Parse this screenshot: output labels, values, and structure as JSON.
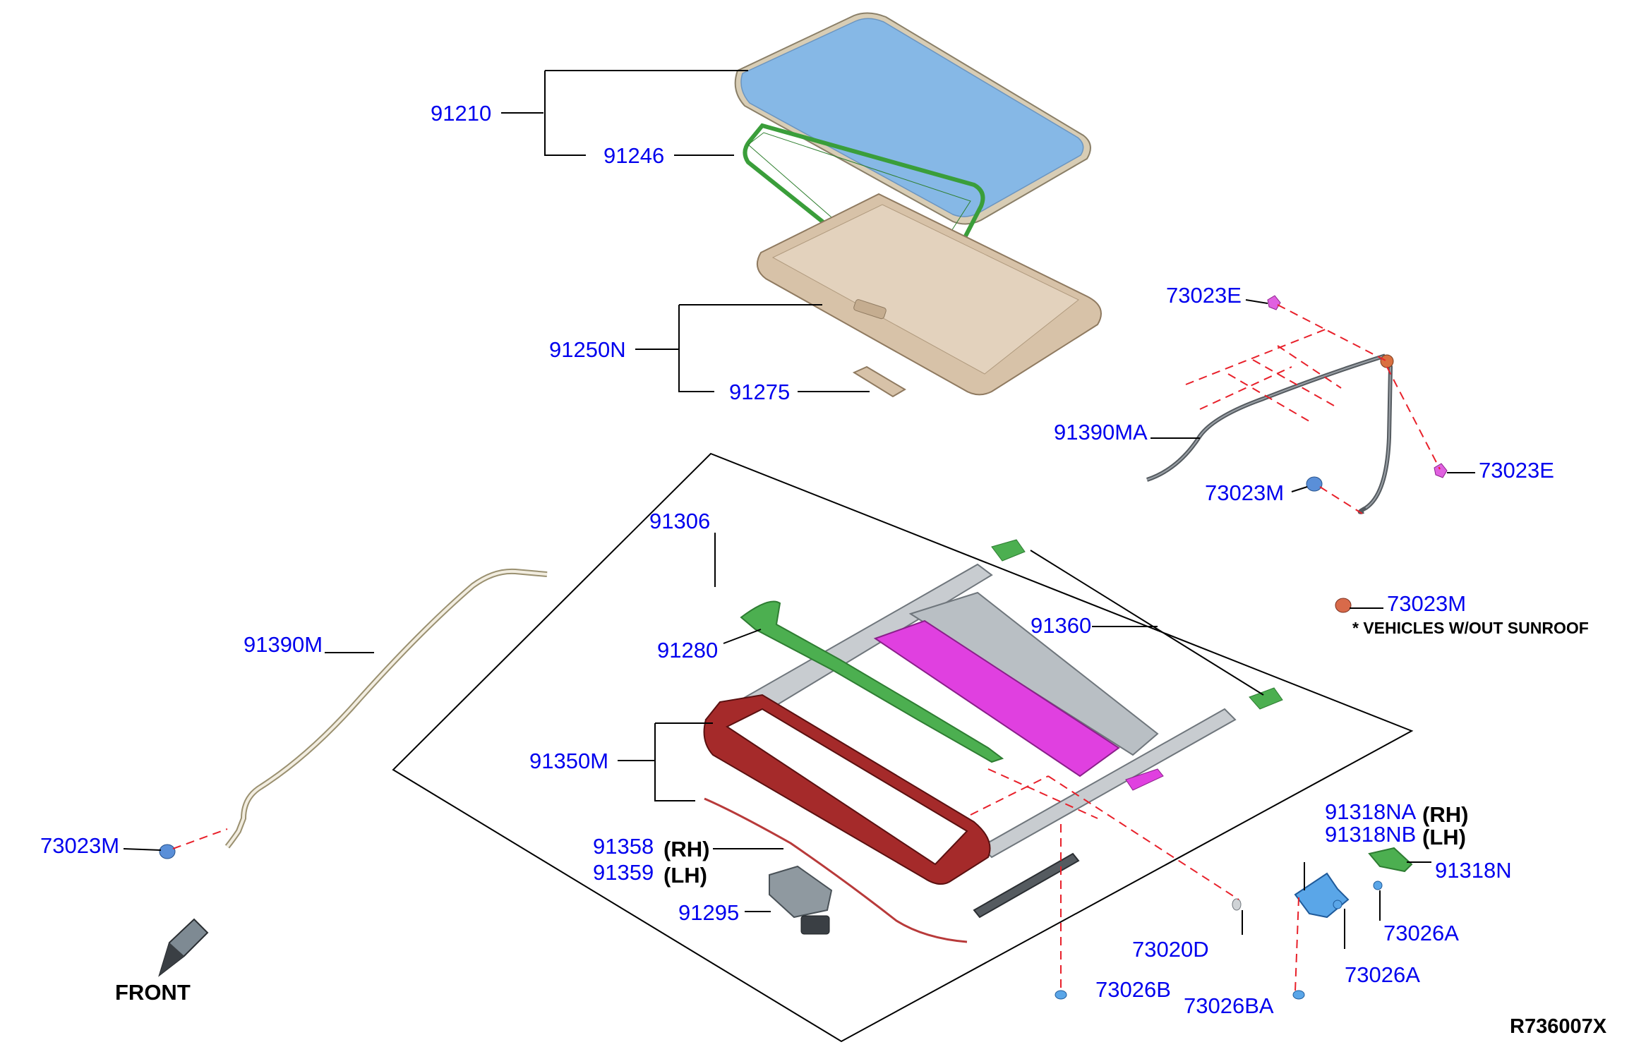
{
  "labels": {
    "l_91210": "91210",
    "l_91246": "91246",
    "l_91250n": "91250N",
    "l_91275": "91275",
    "l_73023e_top": "73023E",
    "l_91390ma": "91390MA",
    "l_73023e_right": "73023E",
    "l_73023m_center": "73023M",
    "l_91306": "91306",
    "l_73023m_right": "73023M",
    "l_91390m": "91390M",
    "l_91280": "91280",
    "l_91360": "91360",
    "l_91350m": "91350M",
    "l_91358": "91358",
    "l_91359": "91359",
    "l_91295": "91295",
    "l_73023m_left": "73023M",
    "l_91318na": "91318NA",
    "l_91318nb": "91318NB",
    "l_91318n": "91318N",
    "l_73026a_upper": "73026A",
    "l_73026a_lower": "73026A",
    "l_73020d": "73020D",
    "l_73026b": "73026B",
    "l_73026ba": "73026BA"
  },
  "side_tags": {
    "rh": "(RH)",
    "lh": "(LH)"
  },
  "note": "* VEHICLES W/OUT SUNROOF",
  "front_label": "FRONT",
  "diagram_code": "R736007X",
  "colors": {
    "callout": "#0000ee",
    "glass": "#86b8e6",
    "seal": "#3a9e3a",
    "sunshade": "#d7c2a8",
    "frame_red": "#a52a2a",
    "magenta": "#e040e0",
    "rail_gray": "#c8ccd0",
    "bracket_blue": "#5aa6e8",
    "bracket_green": "#4caf50",
    "leader_red": "#e8202a"
  }
}
